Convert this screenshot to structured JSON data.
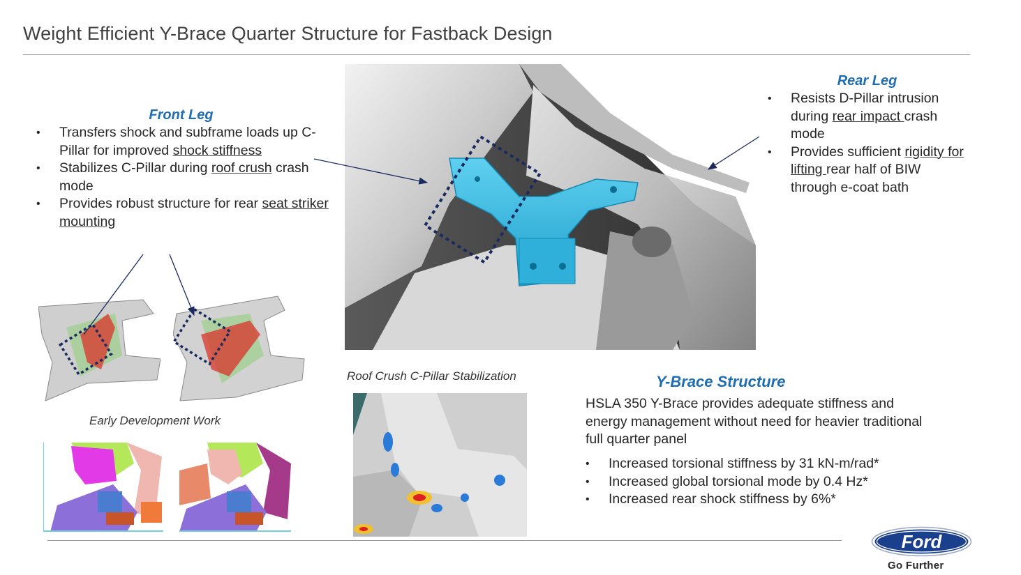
{
  "title": "Weight Efficient Y-Brace Quarter Structure for Fastback Design",
  "front_leg": {
    "heading": "Front Leg",
    "bullets": [
      {
        "pre": "Transfers shock and subframe loads up C-Pillar for improved ",
        "u": "shock stiffness",
        "post": ""
      },
      {
        "pre": "Stabilizes C-Pillar during ",
        "u": "roof crush",
        "post": " crash mode"
      },
      {
        "pre": "Provides robust structure for rear ",
        "u": "seat striker mounting",
        "post": ""
      }
    ]
  },
  "rear_leg": {
    "heading": "Rear Leg",
    "bullets": [
      {
        "pre": "Resists D-Pillar intrusion during ",
        "u": "rear impact ",
        "post": "crash mode"
      },
      {
        "pre": "Provides sufficient ",
        "u": "rigidity for lifting ",
        "post": "rear half of BIW through e-coat bath"
      }
    ]
  },
  "captions": {
    "early_dev": "Early Development Work",
    "roof_crush": "Roof Crush C-Pillar Stabilization"
  },
  "ybrace": {
    "heading": "Y-Brace Structure",
    "paragraph": "HSLA 350 Y-Brace provides adequate stiffness and energy management without need for heavier traditional full quarter panel",
    "bullets": [
      "Increased torsional stiffness by 31 kN-m/rad*",
      "Increased global torsional mode by 0.4 Hz*",
      "Increased rear shock stiffness by 6%*"
    ]
  },
  "logo": {
    "brand": "Ford",
    "tagline": "Go Further"
  },
  "colors": {
    "heading_blue": "#1f6db3",
    "brace_cyan": "#33b5dc",
    "logo_blue": "#1a3f8c"
  }
}
